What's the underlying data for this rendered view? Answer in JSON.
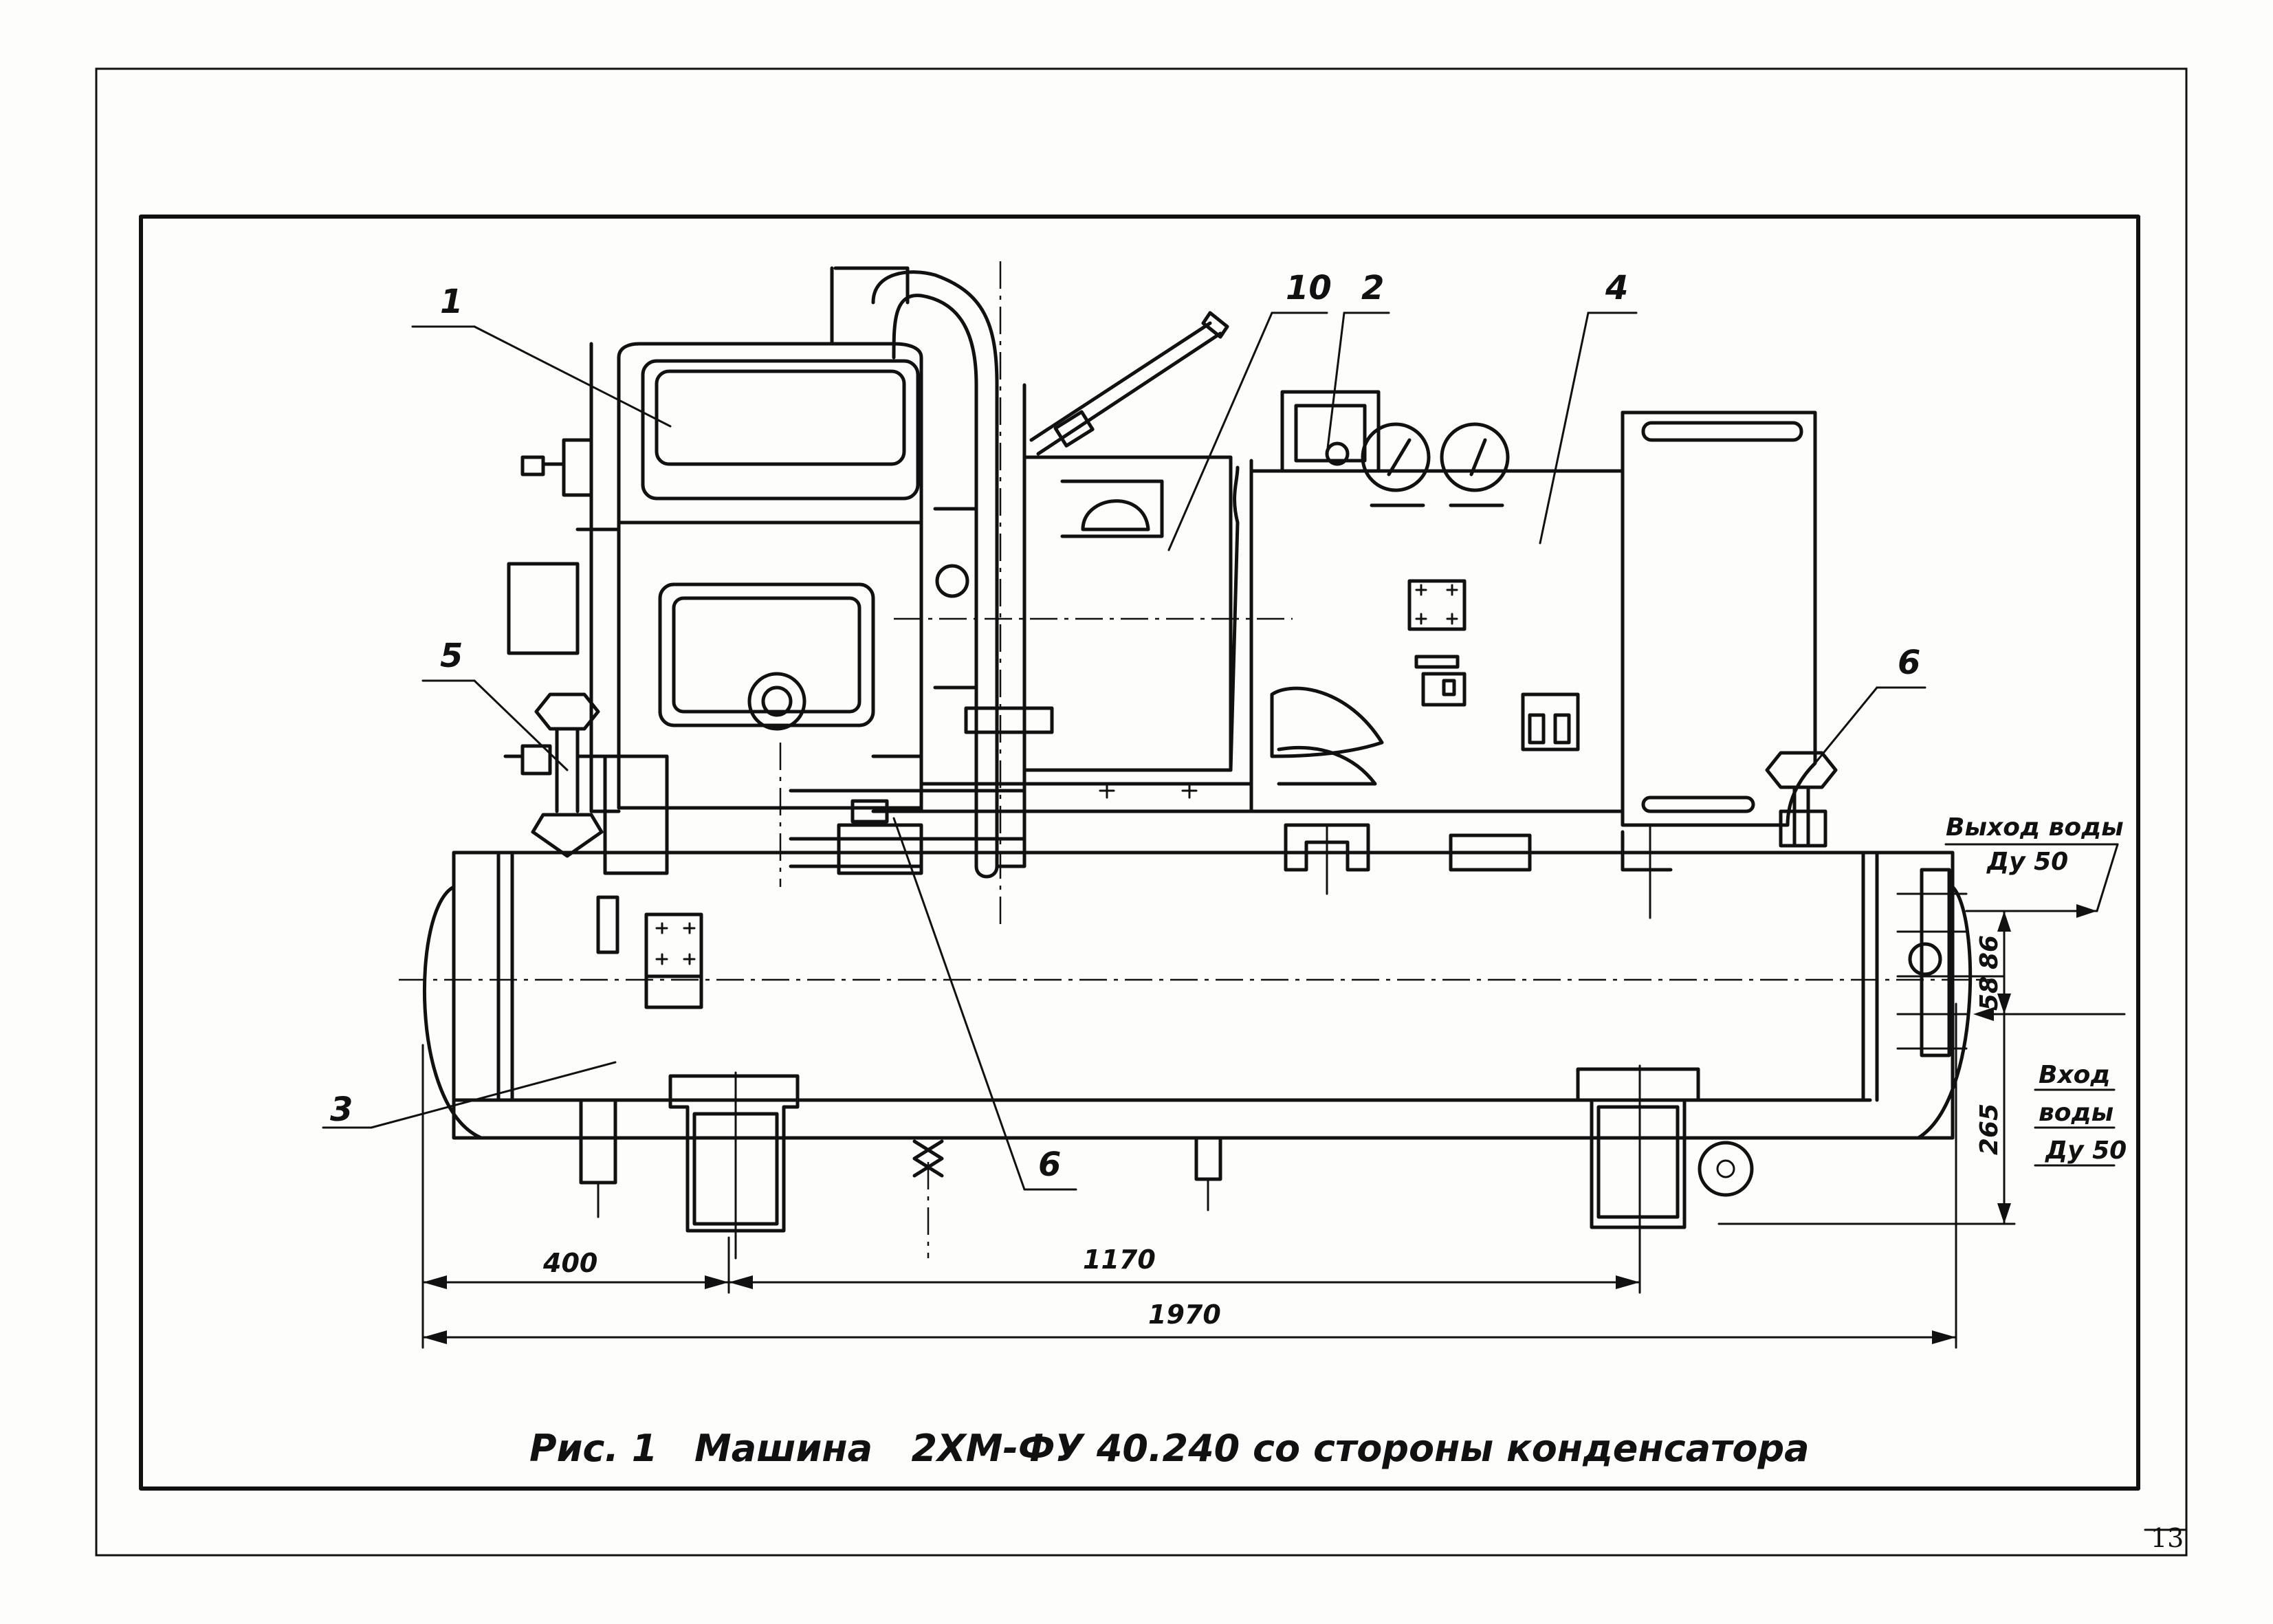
{
  "drawing": {
    "callouts": [
      {
        "id": "c1",
        "text": "1"
      },
      {
        "id": "c10",
        "text": "10"
      },
      {
        "id": "c2",
        "text": "2"
      },
      {
        "id": "c4",
        "text": "4"
      },
      {
        "id": "c5",
        "text": "5"
      },
      {
        "id": "c6a",
        "text": "6"
      },
      {
        "id": "c6b",
        "text": "6"
      },
      {
        "id": "c3",
        "text": "3"
      }
    ],
    "water_out": {
      "line1": "Выход воды",
      "line2": "Ду 50"
    },
    "water_in": {
      "line1": "Вход",
      "line2": "воды",
      "line3": "Ду 50"
    },
    "dimensions": {
      "d400": "400",
      "d1170": "1170",
      "d1970": "1970",
      "d86": "86",
      "d58": "58",
      "d265": "265"
    },
    "caption": {
      "fig": "Рис. 1",
      "text": "Машина   2ХМ-ФУ 40.240 со стороны конденсатора"
    },
    "page_number": "13"
  }
}
